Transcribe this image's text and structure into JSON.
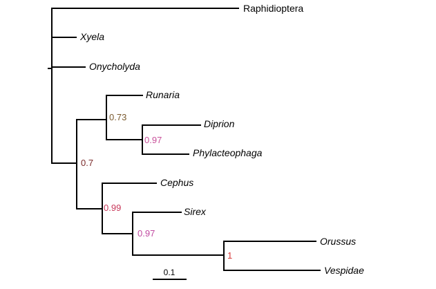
{
  "tree": {
    "taxa": [
      {
        "id": "raphidioptera",
        "label": "Raphidioptera",
        "italic": false
      },
      {
        "id": "xyela",
        "label": "Xyela",
        "italic": true
      },
      {
        "id": "onycholyda",
        "label": "Onycholyda",
        "italic": true
      },
      {
        "id": "runaria",
        "label": "Runaria",
        "italic": true
      },
      {
        "id": "diprion",
        "label": "Diprion",
        "italic": true
      },
      {
        "id": "phylacteophaga",
        "label": "Phylacteophaga",
        "italic": true
      },
      {
        "id": "cephus",
        "label": "Cephus",
        "italic": true
      },
      {
        "id": "sirex",
        "label": "Sirex",
        "italic": true
      },
      {
        "id": "orussus",
        "label": "Orussus",
        "italic": true
      },
      {
        "id": "vespidae",
        "label": "Vespidae",
        "italic": true
      }
    ],
    "support_values": [
      {
        "id": "tenthredinoidea",
        "value": "0.73",
        "color": "#7a5a2e"
      },
      {
        "id": "diprionidae",
        "value": "0.97",
        "color": "#c8509a"
      },
      {
        "id": "crown",
        "value": "0.7",
        "color": "#7a2a2a"
      },
      {
        "id": "unicalcarida",
        "value": "0.99",
        "color": "#c8385a"
      },
      {
        "id": "vespina-siricoidea",
        "value": "0.97",
        "color": "#c04aa0"
      },
      {
        "id": "vespina",
        "value": "1",
        "color": "#d83838"
      }
    ],
    "scale_bar": {
      "label": "0.1"
    }
  }
}
